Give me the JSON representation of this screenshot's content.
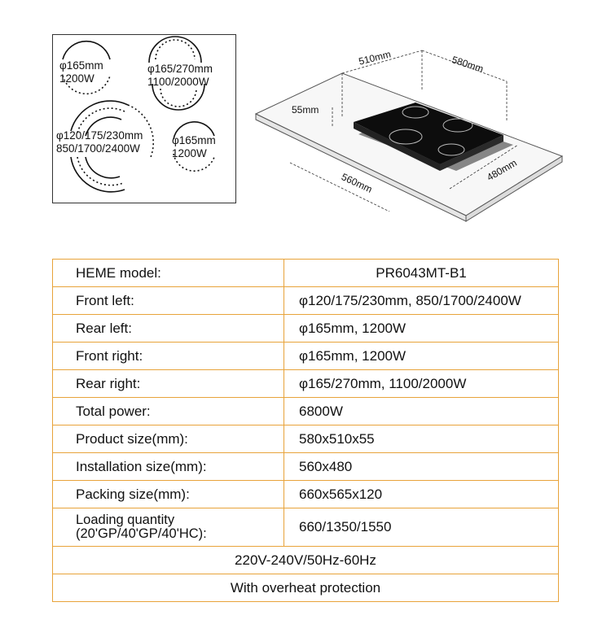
{
  "zones": {
    "rear_left": {
      "size": "φ165mm",
      "power": "1200W"
    },
    "rear_right": {
      "size": "φ165/270mm",
      "power": "1100/2000W"
    },
    "front_left": {
      "size": "φ120/175/230mm",
      "power": "850/1700/2400W"
    },
    "front_right": {
      "size": "φ165mm",
      "power": "1200W"
    }
  },
  "dimensions": {
    "width_top": "510mm",
    "depth_top": "580mm",
    "height": "55mm",
    "cutout_width": "560mm",
    "cutout_depth": "480mm"
  },
  "spec_table": {
    "model": {
      "label": "HEME model:",
      "value": "PR6043MT-B1"
    },
    "rows": [
      {
        "label": "Front left:",
        "value": "φ120/175/230mm, 850/1700/2400W"
      },
      {
        "label": "Rear left:",
        "value": "φ165mm, 1200W"
      },
      {
        "label": "Front right:",
        "value": "φ165mm, 1200W"
      },
      {
        "label": "Rear right:",
        "value": "φ165/270mm, 1100/2000W"
      },
      {
        "label": "Total power:",
        "value": "6800W"
      },
      {
        "label": "Product size(mm):",
        "value": "580x510x55"
      },
      {
        "label": "Installation size(mm):",
        "value": "560x480"
      },
      {
        "label": "Packing size(mm):",
        "value": "660x565x120"
      }
    ],
    "loading": {
      "label_line1": "Loading quantity",
      "label_line2": "(20'GP/40'GP/40'HC):",
      "value": "660/1350/1550"
    },
    "voltage": "220V-240V/50Hz-60Hz",
    "protection": "With overheat protection"
  },
  "colors": {
    "table_border": "#e8a33a",
    "hob_glass": "#0d0d0d",
    "countertop": "#f7f7f7"
  }
}
